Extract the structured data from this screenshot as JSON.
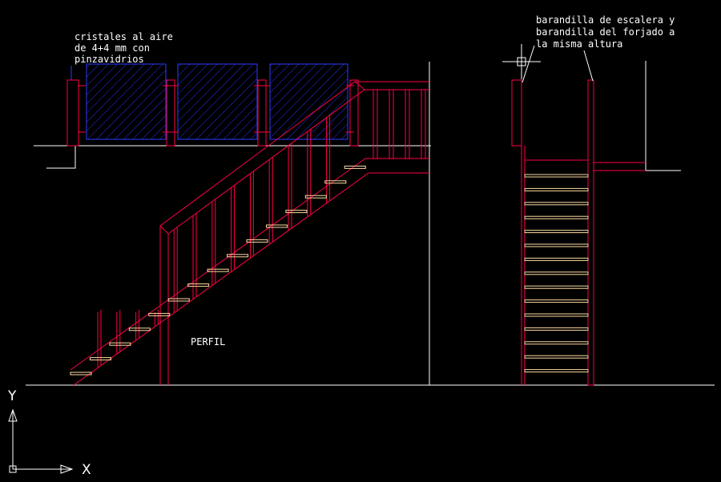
{
  "annotations": {
    "glass_note": [
      "cristales al aire",
      "de 4+4 mm con",
      "pinzavidrios"
    ],
    "railing_note": [
      "barandilla de escalera y",
      "barandilla del forjado a",
      "la misma altura"
    ],
    "view_label": "PERFIL"
  },
  "ucs": {
    "x_label": "X",
    "y_label": "Y"
  },
  "colors": {
    "background": "#000000",
    "railing": "#ff0044",
    "glass": "#2a3bff",
    "step": "#ffd9a0",
    "line": "#ffffff"
  }
}
